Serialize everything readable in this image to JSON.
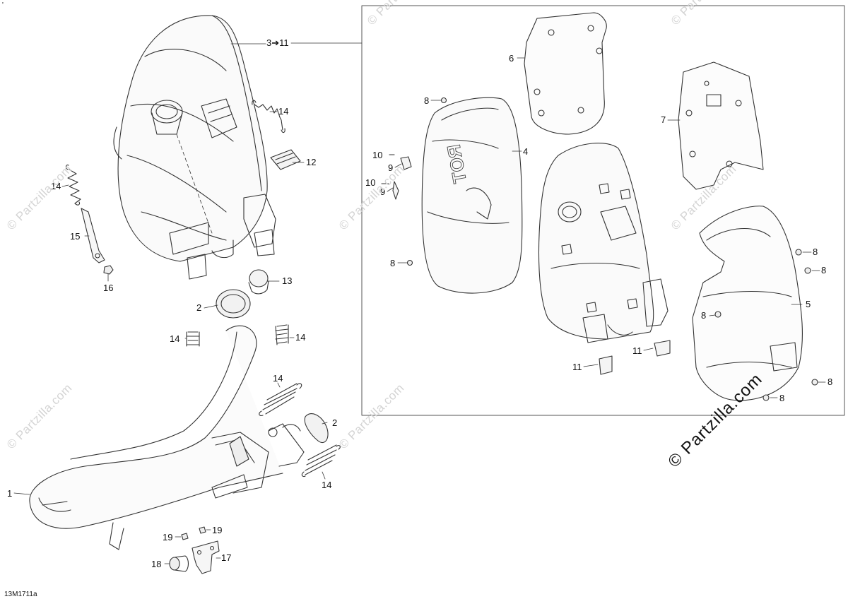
{
  "callouts": {
    "c1": "1",
    "c2a": "2",
    "c2b": "2",
    "c3_11": "3➔11",
    "c4": "4",
    "c5": "5",
    "c6": "6",
    "c7": "7",
    "c8a": "8",
    "c8b": "8",
    "c8c": "8",
    "c8d": "8",
    "c8e": "8",
    "c8f": "8",
    "c8g": "8",
    "c9a": "9",
    "c9b": "9",
    "c10a": "10",
    "c10b": "10",
    "c11a": "11",
    "c11b": "11",
    "c12": "12",
    "c13": "13",
    "c14a": "14",
    "c14b": "14",
    "c14c": "14",
    "c14d": "14",
    "c14e": "14",
    "c14f": "14",
    "c15": "15",
    "c16": "16",
    "c17": "17",
    "c18": "18",
    "c19a": "19",
    "c19b": "19"
  },
  "watermark": "© Partzilla.com",
  "watermark_main": "© Partzilla.com",
  "figure_code": "13M1711a",
  "corner_mark": "'",
  "muffler_text": "ROT"
}
